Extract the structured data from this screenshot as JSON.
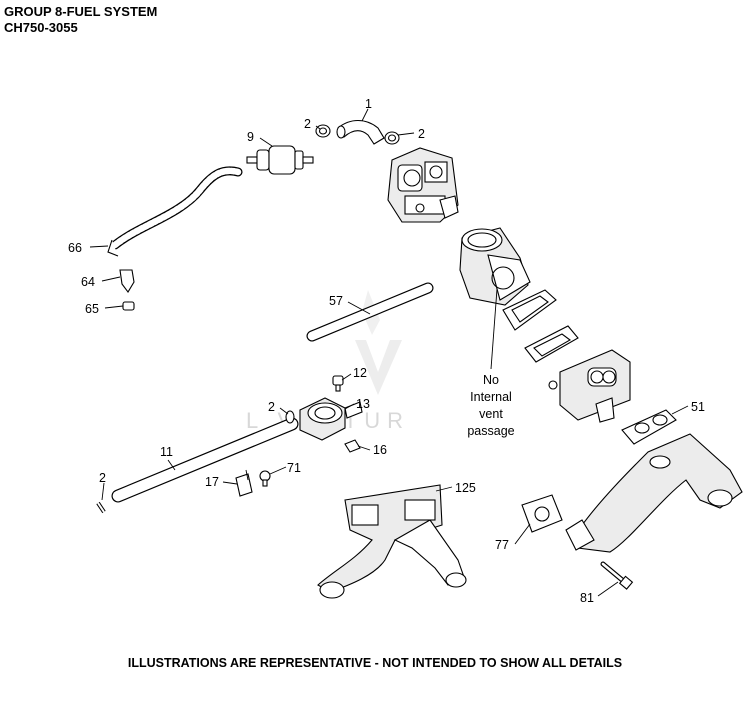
{
  "header": {
    "line1": "GROUP 8-FUEL SYSTEM",
    "line2": "CH750-3055"
  },
  "footer": "ILLUSTRATIONS ARE REPRESENTATIVE - NOT INTENDED TO SHOW ALL DETAILS",
  "watermark": "L    VENTUR",
  "note": {
    "line1": "No",
    "line2": "Internal",
    "line3": "vent",
    "line4": "passage"
  },
  "callouts": {
    "c1": "1",
    "c2a": "2",
    "c2b": "2",
    "c2c": "2",
    "c2d": "2",
    "c9": "9",
    "c66": "66",
    "c64": "64",
    "c65": "65",
    "c57": "57",
    "c12": "12",
    "c13": "13",
    "c16": "16",
    "c11": "11",
    "c17": "17",
    "c71": "71",
    "c125": "125",
    "c51": "51",
    "c77": "77",
    "c81": "81"
  }
}
